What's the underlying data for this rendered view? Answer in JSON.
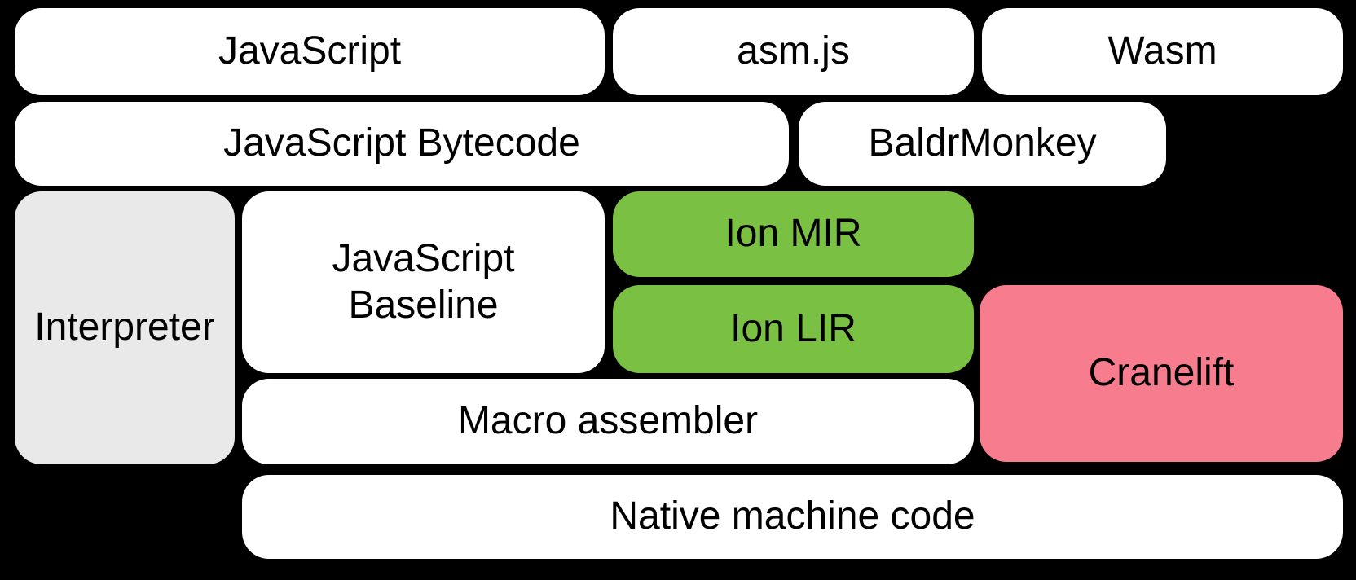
{
  "colors": {
    "background": "#000000",
    "text": "#000000",
    "white": "#ffffff",
    "gray": "#e9e9e9",
    "green": "#7ac143",
    "pink": "#f67c8e"
  },
  "nodes": {
    "javascript": {
      "label": "JavaScript"
    },
    "asm_js": {
      "label": "asm.js"
    },
    "wasm": {
      "label": "Wasm"
    },
    "javascript_bytecode": {
      "label": "JavaScript Bytecode"
    },
    "baldrmonkey": {
      "label": "BaldrMonkey"
    },
    "interpreter": {
      "label": "Interpreter"
    },
    "javascript_baseline": {
      "label_line1": "JavaScript",
      "label_line2": "Baseline"
    },
    "ion_mir": {
      "label": "Ion MIR"
    },
    "ion_lir": {
      "label": "Ion LIR"
    },
    "cranelift": {
      "label": "Cranelift"
    },
    "macro_assembler": {
      "label": "Macro assembler"
    },
    "native_machine_code": {
      "label": "Native machine code"
    }
  }
}
